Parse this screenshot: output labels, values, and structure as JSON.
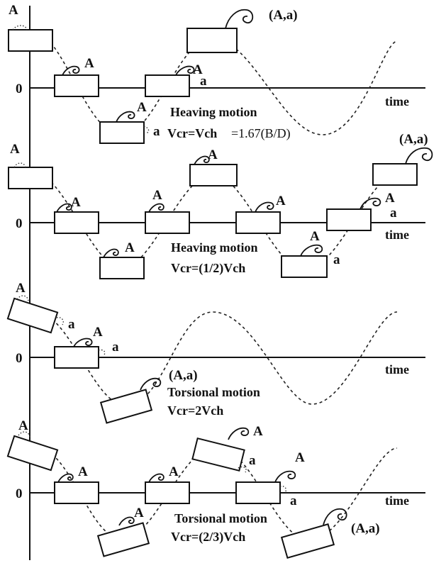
{
  "axis": {
    "zero_label": "0",
    "time_label": "time"
  },
  "labels": {
    "A": "A",
    "a": "a",
    "Aa": "(A,a)"
  },
  "panels": [
    {
      "caption_line1": "Heaving motion",
      "caption_line2": "Vcr=Vch",
      "caption_note": "=1.67(B/D)"
    },
    {
      "caption_line1": "Heaving motion",
      "caption_line2": "Vcr=(1/2)Vch"
    },
    {
      "caption_line1": "Torsional motion",
      "caption_line2": "Vcr=2Vch"
    },
    {
      "caption_line1": "Torsional motion",
      "caption_line2": "Vcr=(2/3)Vch"
    }
  ]
}
